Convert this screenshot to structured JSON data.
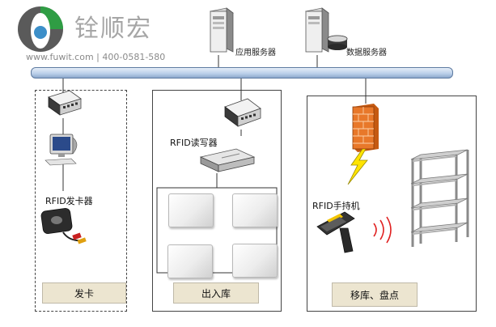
{
  "logo": {
    "brand": "铨顺宏",
    "contact": "www.fuwit.com | 400-0581-580"
  },
  "servers": {
    "app": "应用服务器",
    "db": "数据服务器"
  },
  "left_panel": {
    "device_label": "RFID发卡器",
    "caption": "发卡"
  },
  "middle_panel": {
    "device_label": "RFID读写器",
    "caption": "出入库"
  },
  "right_panel": {
    "device_label": "RFID手持机",
    "caption": "移库、盘点"
  },
  "colors": {
    "bus": "#b8cde8",
    "firewall": "#e8782a",
    "lightning": "#ffe400",
    "signal": "#e02020",
    "caption_bg": "#ece5d0"
  }
}
